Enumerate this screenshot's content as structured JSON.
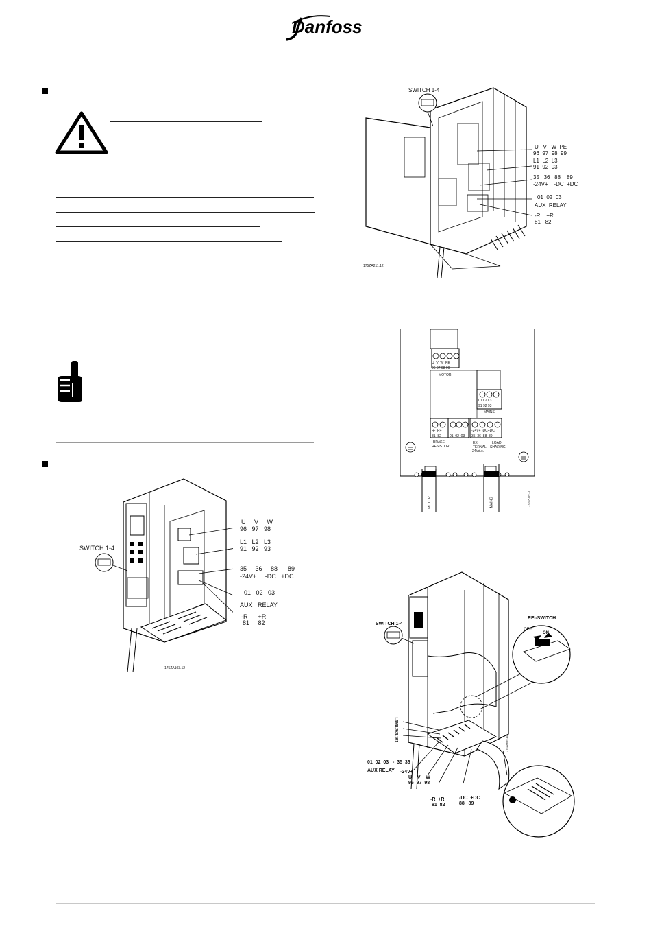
{
  "header": {
    "logo_text": "Danfoss"
  },
  "fig1": {
    "switch": "SWITCH 1-4",
    "t1": "U   V   W  PE",
    "t1n": "96  97  98  99",
    "t2": "L1  L2  L3",
    "t2n": "91  92  93",
    "t3": "35   36   88    89",
    "t3b": "-24V+    -DC  +DC",
    "t4": "01  02  03",
    "t4b": "AUX  RELAY",
    "t5": "-R    +R",
    "t5n": "81   82",
    "code": "175ZA211.12"
  },
  "fig2": {
    "motor_hdr": "U  V  W  PE",
    "motor_num": "96 97 98 99",
    "motor": "MOTOR",
    "mains_hdr": "L1 L2 L3",
    "mains_num": "91 92 93",
    "mains": "MAINS",
    "brake_hdr": "R-  R+",
    "brake_num": "81  82",
    "brake1": "BRAKE",
    "brake2": "RESISTOR",
    "relay_num": "01  02  03",
    "ext_hdr": "-24V+ -DC+DC",
    "ext_num": "35  36  88  89",
    "ext1": "EX-",
    "ext2": "TERNAL",
    "ext3": "24Vd.c.",
    "load1": "LOAD",
    "load2": "SHARING",
    "cable_motor": "MOTOR",
    "cable_mains": "MAINS",
    "code": "175ZA116.11"
  },
  "fig3": {
    "switch": "SWITCH 1-4",
    "t1": "U     V     W",
    "t1n": "96   97   98",
    "t2": "L1   L2   L3",
    "t2n": "91   92   93",
    "t3": "35     36     88      89",
    "t3b": "-24V+     -DC   +DC",
    "t4": "01   02   03",
    "t4b": "AUX   RELAY",
    "t5": "-R      +R",
    "t5n": "81     82",
    "code": "175ZA103.12"
  },
  "fig4": {
    "switch": "SWITCH 1-4",
    "rfi": "RFI-SWITCH",
    "off": "OFF",
    "on": "ON",
    "l3": "L3",
    "n93": "93",
    "l2": "L2",
    "n92": "92",
    "l1": "L1",
    "n91": "91",
    "relay": "01  02  03   -  35  36",
    "aux": "AUX RELAY",
    "v24": "-24V+",
    "uvw": "U    V    W",
    "uvwn": "96  97  98",
    "dc": "-DC  +DC",
    "dcn": "88   89",
    "r": "-R  +R",
    "rn": "81  82",
    "code": "175ZA669.10"
  }
}
